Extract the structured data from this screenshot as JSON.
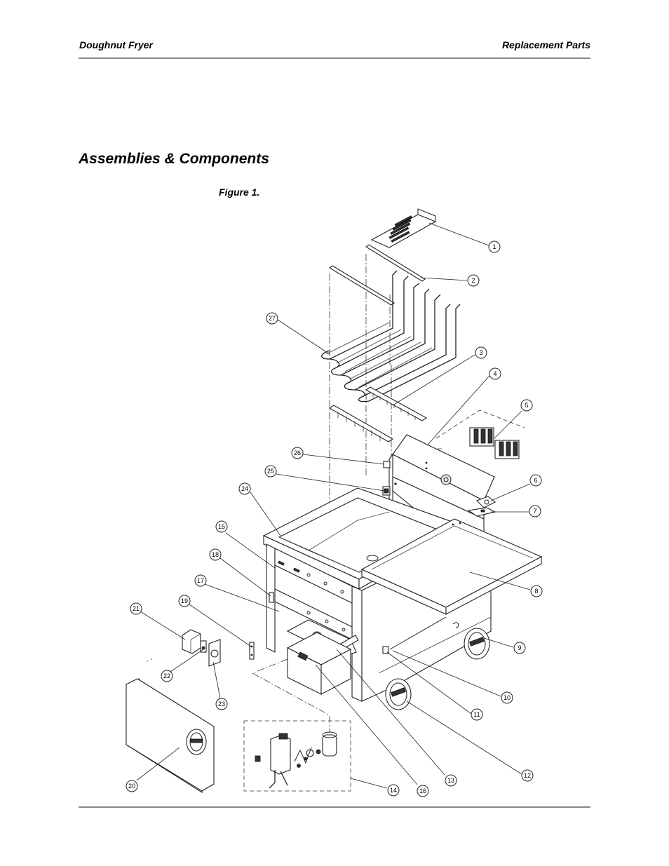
{
  "header": {
    "left": "Doughnut Fryer",
    "right": "Replacement Parts"
  },
  "section_title": "Assemblies & Components",
  "figure_label": "Figure 1.",
  "callouts": [
    "1",
    "2",
    "3",
    "4",
    "5",
    "6",
    "7",
    "8",
    "9",
    "10",
    "11",
    "12",
    "13",
    "14",
    "15",
    "16",
    "17",
    "18",
    "19",
    "20",
    "21",
    "22",
    "23",
    "24",
    "25",
    "26",
    "27"
  ]
}
